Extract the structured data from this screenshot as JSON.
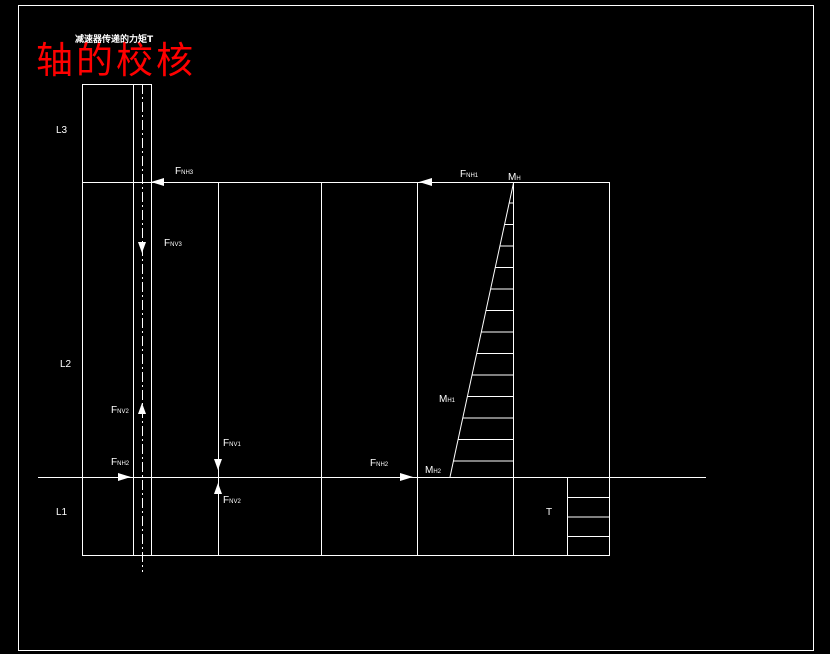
{
  "title": "轴的校核",
  "subtitle": "减速器传递的力矩T",
  "colors": {
    "background": "#000000",
    "line": "#ffffff",
    "title": "#ff0000"
  },
  "segment_labels": {
    "l3": "L3",
    "l2": "L2",
    "l1": "L1",
    "t": "T"
  },
  "forces": {
    "fnh3": {
      "main": "F",
      "sub": "NH3"
    },
    "fnv3": {
      "main": "F",
      "sub": "NV3"
    },
    "fnh1": {
      "main": "F",
      "sub": "NH1"
    },
    "fnv2_upper": {
      "main": "F",
      "sub": "NV2"
    },
    "fnh2_left": {
      "main": "F",
      "sub": "NH2"
    },
    "fnv1": {
      "main": "F",
      "sub": "NV1"
    },
    "fnv2_lower": {
      "main": "F",
      "sub": "NV2"
    },
    "fnh2_right": {
      "main": "F",
      "sub": "NH2"
    }
  },
  "moments": {
    "mh": {
      "main": "M",
      "sub": "H"
    },
    "mh1": {
      "main": "M",
      "sub": "H1"
    },
    "mh2": {
      "main": "M",
      "sub": "H2"
    }
  }
}
